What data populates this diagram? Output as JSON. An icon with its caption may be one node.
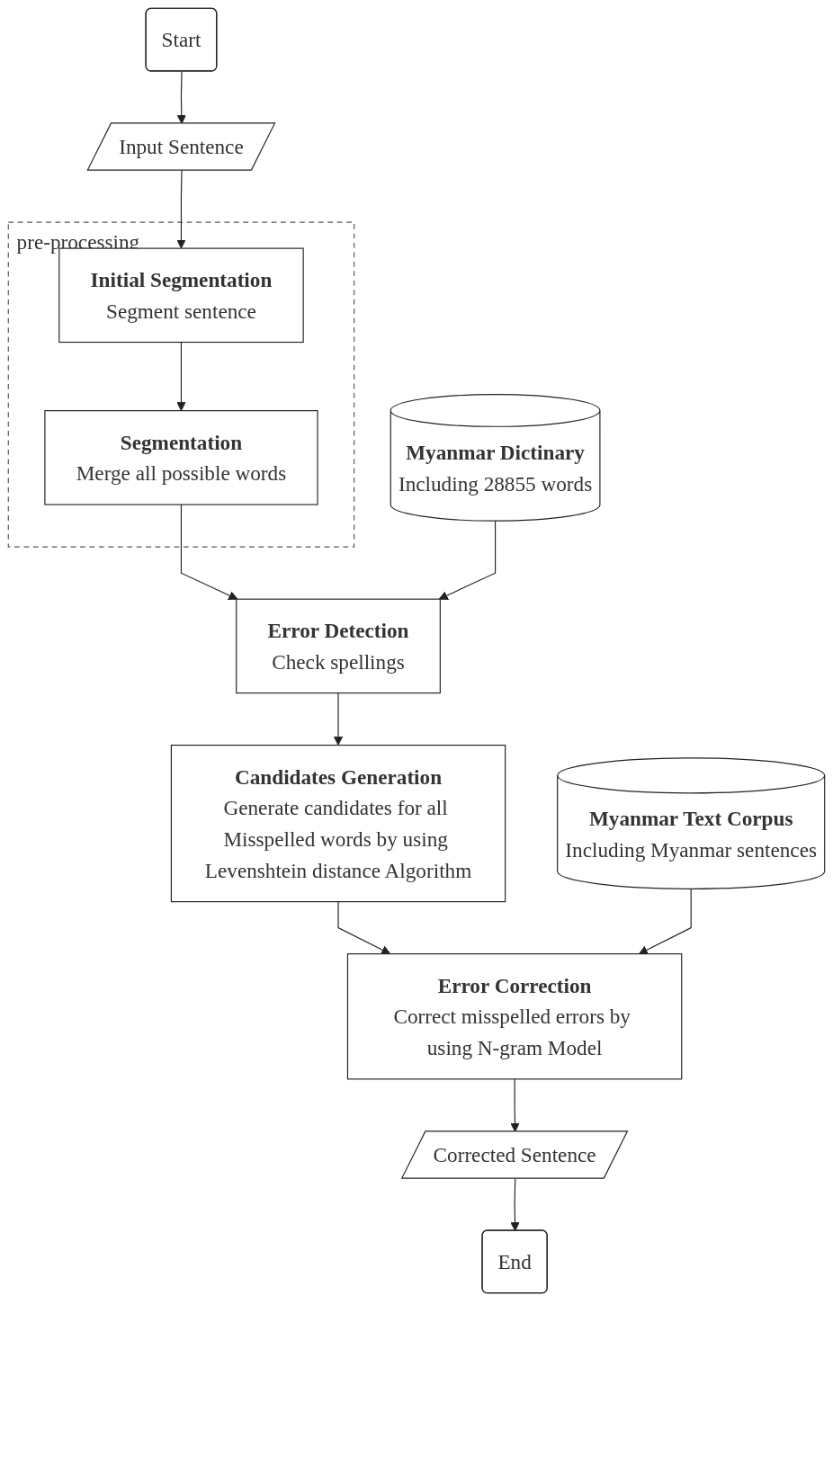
{
  "diagram": {
    "nodes": [
      {
        "text": [
          "Start"
        ]
      },
      {
        "text": [
          "Input Sentence"
        ]
      },
      {
        "text": [
          "pre-processing"
        ]
      },
      {
        "text": [
          "Initial Segmentation",
          "Segment sentence"
        ],
        "in": 2
      },
      {
        "text": [
          "Segmentation",
          "Merge all possible words"
        ],
        "in": 2
      },
      {
        "text": [
          "Myanmar Dictinary",
          "Including 28855 words"
        ]
      },
      {
        "text": [
          "Error Detection",
          "Check spellings"
        ]
      },
      {
        "text": [
          "Candidates Generation",
          "Generate candidates for all Misspelled words by using Levenshtein distance Algorithm"
        ]
      },
      {
        "text": [
          "Myanmar Text Corpus",
          "Including Myanmar sentences"
        ]
      },
      {
        "text": [
          "Error Correction",
          "Correct misspelled errors by using N-gram Model"
        ]
      },
      {
        "text": [
          "Corrected Sentence"
        ]
      },
      {
        "text": [
          "End"
        ]
      }
    ],
    "edges": [
      {
        "from": 0,
        "to": 1,
        "arrow": "to"
      },
      {
        "from": 1,
        "to": 3,
        "arrow": "to"
      },
      {
        "from": 3,
        "to": 4,
        "arrow": "to"
      },
      {
        "from": 4,
        "to": 6,
        "arrow": "to"
      },
      {
        "from": 5,
        "to": 6,
        "arrow": "to"
      },
      {
        "from": 6,
        "to": 7,
        "arrow": "to"
      },
      {
        "from": 7,
        "to": 9,
        "arrow": "to"
      },
      {
        "from": 8,
        "to": 9,
        "arrow": "to"
      },
      {
        "from": 9,
        "to": 10,
        "arrow": "to"
      },
      {
        "from": 10,
        "to": 11,
        "arrow": "to"
      }
    ]
  }
}
